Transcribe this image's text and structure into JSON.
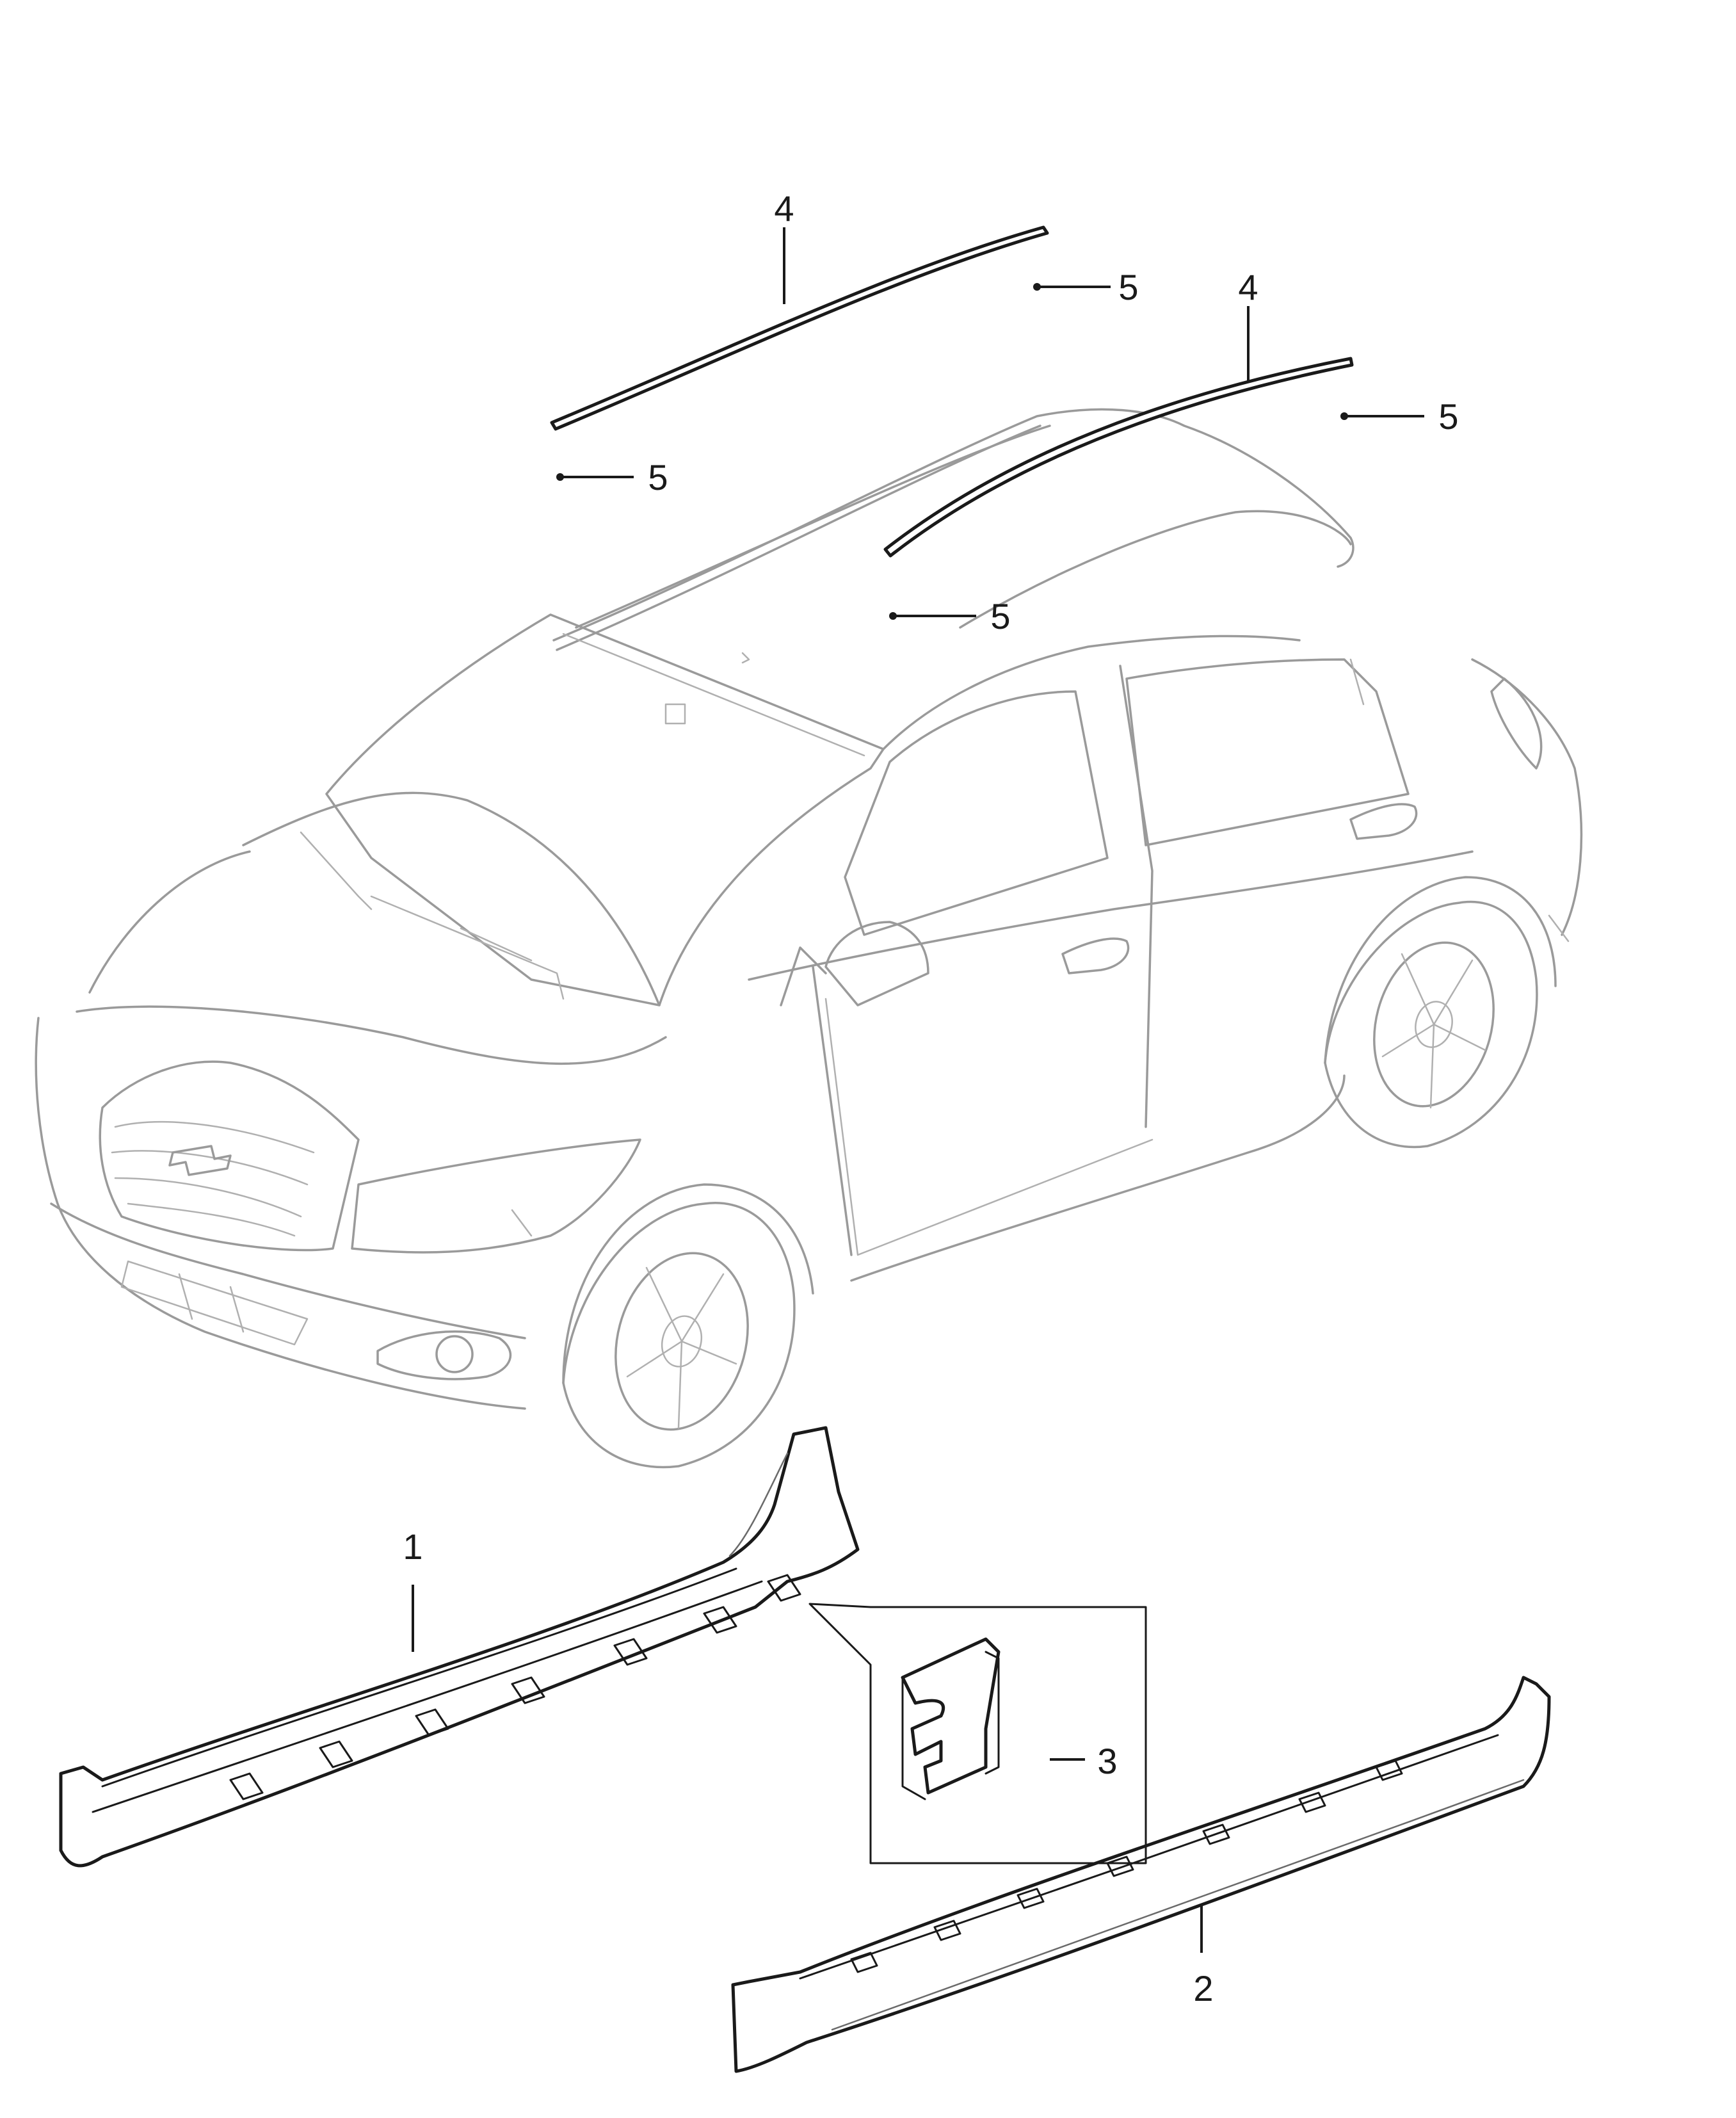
{
  "callouts": [
    {
      "id": "c1",
      "label": "1"
    },
    {
      "id": "c2",
      "label": "2"
    },
    {
      "id": "c3",
      "label": "3"
    },
    {
      "id": "c4a",
      "label": "4"
    },
    {
      "id": "c4b",
      "label": "4"
    },
    {
      "id": "c5a",
      "label": "5"
    },
    {
      "id": "c5b",
      "label": "5"
    },
    {
      "id": "c5c",
      "label": "5"
    },
    {
      "id": "c5d",
      "label": "5"
    }
  ],
  "colors": {
    "line": "#1a1a1a",
    "vehicle": "#9a9a9a",
    "background": "#ffffff"
  }
}
